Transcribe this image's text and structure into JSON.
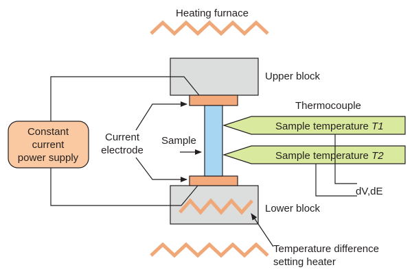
{
  "furnace": {
    "label": "Heating furnace"
  },
  "upper_block": {
    "label": "Upper block"
  },
  "lower_block": {
    "label": "Lower block"
  },
  "power_supply": {
    "line1": "Constant",
    "line2": "current",
    "line3": "power supply"
  },
  "current_electrode": {
    "line1": "Current",
    "line2": "electrode"
  },
  "sample": {
    "label": "Sample"
  },
  "thermocouple": {
    "label": "Thermocouple",
    "t1_text": "Sample temperature ",
    "t1_symbol": "T1",
    "t2_text": "Sample temperature ",
    "t2_symbol": "T2"
  },
  "measurement": {
    "label": "dV,dE"
  },
  "heater": {
    "line1": "Temperature difference",
    "line2": "setting heater"
  },
  "colors": {
    "block_fill": "#dcdddd",
    "electrode_fill": "#f3a97a",
    "sample_fill": "#a6d6f2",
    "power_fill": "#fbc9a1",
    "thermocouple_fill": "#d9ea9e",
    "heater_stroke": "#f0a878"
  }
}
